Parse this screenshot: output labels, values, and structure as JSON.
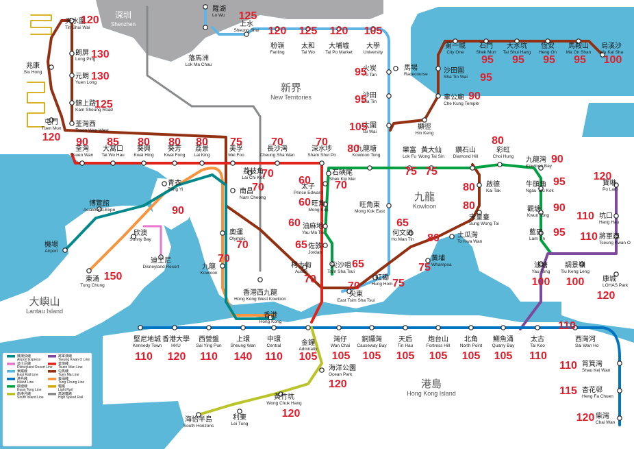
{
  "colors": {
    "sea": "#5bb8d9",
    "land": "#ffffff",
    "border_land": "#a9a9ab",
    "fare": "#e01e2b",
    "tsuen_wan": "#e2231a",
    "island": "#0075c2",
    "kwun_tong": "#00a040",
    "tseung_kwan_o": "#7d499d",
    "tung_chung": "#f7943d",
    "airport_express": "#00888a",
    "disneyland": "#e777cb",
    "east_rail": "#5eb6e4",
    "south_island": "#bac429",
    "tuen_ma": "#923011",
    "light_rail": "#d3a809",
    "high_speed": "#898a8c"
  },
  "areas": {
    "shenzhen": {
      "zh": "深圳",
      "en": "Shenzhen"
    },
    "new_territories": {
      "zh": "新界",
      "en": "New Territories"
    },
    "kowloon": {
      "zh": "九龍",
      "en": "Kowloon"
    },
    "lantau": {
      "zh": "大嶼山",
      "en": "Lantau Island"
    },
    "hk_island": {
      "zh": "港島",
      "en": "Hong Kong Island"
    }
  },
  "stations": [
    {
      "zh": "天水圍",
      "en": "Tin Shui Wai",
      "fare": "120"
    },
    {
      "zh": "朗屏",
      "en": "Long Ping",
      "fare": "130"
    },
    {
      "zh": "元朗",
      "en": "Yuen Long",
      "fare": "130"
    },
    {
      "zh": "兆康",
      "en": "Siu Hong",
      "fare": ""
    },
    {
      "zh": "錦上路",
      "en": "Kam Sheung Road",
      "fare": "125"
    },
    {
      "zh": "荃灣西",
      "en": "Tsuen Wan West",
      "fare": ""
    },
    {
      "zh": "屯門",
      "en": "Tuen Mun",
      "fare": "120"
    },
    {
      "zh": "荃灣",
      "en": "Tsuen Wan",
      "fare": "90"
    },
    {
      "zh": "大窩口",
      "en": "Tai Wo Hau",
      "fare": "85"
    },
    {
      "zh": "葵興",
      "en": "Kwai Hing",
      "fare": "80"
    },
    {
      "zh": "葵芳",
      "en": "Kwai Fong",
      "fare": "80"
    },
    {
      "zh": "荔景",
      "en": "Lai King",
      "fare": "80"
    },
    {
      "zh": "美孚",
      "en": "Mei Foo",
      "fare": "75"
    },
    {
      "zh": "荔枝角",
      "en": "Lai Chi Kok",
      "fare": "70"
    },
    {
      "zh": "長沙灣",
      "en": "Cheung Sha Wan",
      "fare": "70"
    },
    {
      "zh": "深水埗",
      "en": "Sham Shui Po",
      "fare": "70"
    },
    {
      "zh": "羅湖",
      "en": "Lo Wu",
      "fare": ""
    },
    {
      "zh": "上水",
      "en": "Sheung Shui",
      "fare": "125"
    },
    {
      "zh": "落馬洲",
      "en": "Lok Ma Chau",
      "fare": ""
    },
    {
      "zh": "粉嶺",
      "en": "Fanling",
      "fare": "120"
    },
    {
      "zh": "太和",
      "en": "Tai Wo",
      "fare": "125"
    },
    {
      "zh": "大埔墟",
      "en": "Tai Po Market",
      "fare": "120"
    },
    {
      "zh": "大學",
      "en": "University",
      "fare": "105"
    },
    {
      "zh": "火炭",
      "en": "Fo Tan",
      "fare": "95"
    },
    {
      "zh": "馬場",
      "en": "Racecourse",
      "fare": ""
    },
    {
      "zh": "沙田",
      "en": "Sha Tin",
      "fare": "95"
    },
    {
      "zh": "大圍",
      "en": "Tai Wai",
      "fare": "105"
    },
    {
      "zh": "第一城",
      "en": "City One",
      "fare": ""
    },
    {
      "zh": "石門",
      "en": "Shek Mun",
      "fare": "95"
    },
    {
      "zh": "大水坑",
      "en": "Tai Shui Hang",
      "fare": "95"
    },
    {
      "zh": "恆安",
      "en": "Heng On",
      "fare": "95"
    },
    {
      "zh": "馬鞍山",
      "en": "Ma On Shan",
      "fare": "95"
    },
    {
      "zh": "烏溪沙",
      "en": "Wu Kai Sha",
      "fare": "100"
    },
    {
      "zh": "沙田圍",
      "en": "Sha Tin Wai",
      "fare": "95"
    },
    {
      "zh": "車公廟",
      "en": "Che Kung Temple",
      "fare": "90"
    },
    {
      "zh": "顯徑",
      "en": "Hin Keng",
      "fare": ""
    },
    {
      "zh": "九龍塘",
      "en": "Kowloon Tong",
      "fare": "80"
    },
    {
      "zh": "樂富",
      "en": "Lok Fu",
      "fare": "75"
    },
    {
      "zh": "黃大仙",
      "en": "Wong Tai Sin",
      "fare": "75"
    },
    {
      "zh": "鑽石山",
      "en": "Diamond Hill",
      "fare": ""
    },
    {
      "zh": "彩虹",
      "en": "Choi Hung",
      "fare": "80"
    },
    {
      "zh": "九龍灣",
      "en": "Kowloon Bay",
      "fare": "90"
    },
    {
      "zh": "牛頭角",
      "en": "Ngau Tau Kok",
      "fare": "95"
    },
    {
      "zh": "觀塘",
      "en": "Kwun Tong",
      "fare": "90"
    },
    {
      "zh": "藍田",
      "en": "Lam Tin",
      "fare": "95"
    },
    {
      "zh": "石硤尾",
      "en": "Shek Kip Mei",
      "fare": "70"
    },
    {
      "zh": "太子",
      "en": "Prince Edward",
      "fare": "60"
    },
    {
      "zh": "旺角",
      "en": "Mong Kok",
      "fare": "60"
    },
    {
      "zh": "油麻地",
      "en": "Yau Ma Tei",
      "fare": "60"
    },
    {
      "zh": "佐敦",
      "en": "Jordan",
      "fare": "65"
    },
    {
      "zh": "尖沙咀",
      "en": "Tsim Sha Tsui",
      "fare": "65"
    },
    {
      "zh": "旺角東",
      "en": "Mong Kok East",
      "fare": ""
    },
    {
      "zh": "何文田",
      "en": "Ho Man Tin",
      "fare": "65"
    },
    {
      "zh": "啟德",
      "en": "Kai Tak",
      "fare": "80"
    },
    {
      "zh": "宋皇臺",
      "en": "Sung Wong Toi",
      "fare": "80"
    },
    {
      "zh": "土瓜灣",
      "en": "To Kwa Wan",
      "fare": "80"
    },
    {
      "zh": "黃埔",
      "en": "Whampoa",
      "fare": "75"
    },
    {
      "zh": "紅磡",
      "en": "Hung Hom",
      "fare": "75"
    },
    {
      "zh": "尖東",
      "en": "East Tsim Sha Tsui",
      "fare": "70"
    },
    {
      "zh": "柯士甸",
      "en": "Austin",
      "fare": "70"
    },
    {
      "zh": "南昌",
      "en": "Nam Cheong",
      "fare": "70"
    },
    {
      "zh": "奧運",
      "en": "Olympic",
      "fare": "70"
    },
    {
      "zh": "九龍",
      "en": "Kowloon",
      "fare": "70"
    },
    {
      "zh": "香港西九龍",
      "en": "Hong Kong West Kowloon",
      "fare": ""
    },
    {
      "zh": "青衣",
      "en": "Tsing Yi",
      "fare": "90"
    },
    {
      "zh": "博覽館",
      "en": "AsiaWorld-Expo",
      "fare": ""
    },
    {
      "zh": "機場",
      "en": "Airport",
      "fare": ""
    },
    {
      "zh": "欣澳",
      "en": "Sunny Bay",
      "fare": ""
    },
    {
      "zh": "迪士尼",
      "en": "Disneyland Resort",
      "fare": ""
    },
    {
      "zh": "東涌",
      "en": "Tung Chung",
      "fare": "150"
    },
    {
      "zh": "香港",
      "en": "Hong Kong",
      "fare": ""
    },
    {
      "zh": "堅尼地城",
      "en": "Kennedy Town",
      "fare": "110"
    },
    {
      "zh": "香港大學",
      "en": "HKU",
      "fare": "120"
    },
    {
      "zh": "西營盤",
      "en": "Sai Ying Pun",
      "fare": "110"
    },
    {
      "zh": "上環",
      "en": "Sheung Wan",
      "fare": "140"
    },
    {
      "zh": "中環",
      "en": "Central",
      "fare": "110"
    },
    {
      "zh": "金鐘",
      "en": "Admiralty",
      "fare": "105"
    },
    {
      "zh": "灣仔",
      "en": "Wan Chai",
      "fare": "105"
    },
    {
      "zh": "銅鑼灣",
      "en": "Causeway Bay",
      "fare": "105"
    },
    {
      "zh": "天后",
      "en": "Tin Hau",
      "fare": "105"
    },
    {
      "zh": "炮台山",
      "en": "Fortress Hill",
      "fare": "105"
    },
    {
      "zh": "北角",
      "en": "North Point",
      "fare": "105"
    },
    {
      "zh": "鰂魚涌",
      "en": "Quarry Bay",
      "fare": "105"
    },
    {
      "zh": "太古",
      "en": "Tai Koo",
      "fare": "110"
    },
    {
      "zh": "西灣河",
      "en": "Sai Wan Ho",
      "fare": "110"
    },
    {
      "zh": "筲箕灣",
      "en": "Shau Kei Wan",
      "fare": "110"
    },
    {
      "zh": "杏花邨",
      "en": "Heng Fa Chuen",
      "fare": "115"
    },
    {
      "zh": "柴灣",
      "en": "Chai Wan",
      "fare": "120"
    },
    {
      "zh": "海洋公園",
      "en": "Ocean Park",
      "fare": "120"
    },
    {
      "zh": "黃竹坑",
      "en": "Wong Chuk Hang",
      "fare": "120"
    },
    {
      "zh": "海怡半島",
      "en": "South Horizons",
      "fare": ""
    },
    {
      "zh": "利東",
      "en": "Lei Tung",
      "fare": ""
    },
    {
      "zh": "寶琳",
      "en": "Po Lam",
      "fare": "120"
    },
    {
      "zh": "坑口",
      "en": "Hang Hau",
      "fare": "110"
    },
    {
      "zh": "將軍澳",
      "en": "Tseung Kwan O",
      "fare": "110"
    },
    {
      "zh": "調景嶺",
      "en": "Tiu Keng Leng",
      "fare": "100"
    },
    {
      "zh": "油塘",
      "en": "Yau Tong",
      "fare": "100"
    },
    {
      "zh": "康城",
      "en": "LOHAS Park",
      "fare": "120"
    }
  ],
  "legend": [
    {
      "zh": "機場快綫",
      "en": "Airport Express",
      "color": "#00888a"
    },
    {
      "zh": "迪士尼綫",
      "en": "Disneyland Resort Line",
      "color": "#e777cb"
    },
    {
      "zh": "東鐵綫",
      "en": "East Rail Line",
      "color": "#5eb6e4"
    },
    {
      "zh": "港島綫",
      "en": "Island Line",
      "color": "#0075c2"
    },
    {
      "zh": "觀塘綫",
      "en": "Kwun Tong Line",
      "color": "#00a040"
    },
    {
      "zh": "南港島綫",
      "en": "South Island Line",
      "color": "#bac429"
    },
    {
      "zh": "將軍澳綫",
      "en": "Tseung Kwan O Line",
      "color": "#7d499d"
    },
    {
      "zh": "荃灣綫",
      "en": "Tsuen Wan Line",
      "color": "#e2231a"
    },
    {
      "zh": "屯馬綫",
      "en": "Tuen Ma Line",
      "color": "#923011"
    },
    {
      "zh": "東涌綫",
      "en": "Tung Chung Line",
      "color": "#f7943d"
    },
    {
      "zh": "輕鐵",
      "en": "Light Rail",
      "color": "#d3a809"
    },
    {
      "zh": "高速鐵路",
      "en": "High Speed Rail",
      "color": "#898a8c"
    }
  ]
}
